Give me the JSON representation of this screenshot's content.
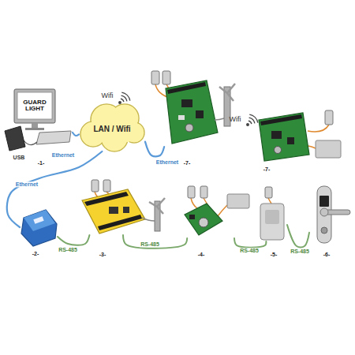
{
  "diagram": {
    "nodes": [
      {
        "text": [
          "GUARD LIGHT",
          "-1-"
        ]
      },
      {
        "text": [
          "LAN / Wifi"
        ]
      },
      {
        "text": [
          "-7-"
        ]
      },
      {
        "text": [
          "-7-"
        ]
      },
      {
        "text": [
          "-2-"
        ]
      },
      {
        "text": [
          "-3-"
        ]
      },
      {
        "text": [
          "-4-"
        ]
      },
      {
        "text": [
          "-5-"
        ]
      },
      {
        "text": [
          "-6-"
        ]
      }
    ],
    "edges": [
      {
        "from": 0,
        "to": 1,
        "label": "Ethernet",
        "arrow": "none"
      },
      {
        "from": 1,
        "to": 2,
        "label": "Ethernet",
        "arrow": "none"
      },
      {
        "from": 1,
        "to": 4,
        "label": "Ethernet",
        "arrow": "none"
      },
      {
        "from": 4,
        "to": 5,
        "label": "RS-485",
        "arrow": "none"
      },
      {
        "from": 5,
        "to": 6,
        "label": "RS-485",
        "arrow": "none"
      },
      {
        "from": 6,
        "to": 7,
        "label": "RS-485",
        "arrow": "none"
      },
      {
        "from": 7,
        "to": 8,
        "label": "RS-485",
        "arrow": "none"
      }
    ],
    "labels": [
      "USB",
      "Wifi",
      "Wifi"
    ]
  }
}
